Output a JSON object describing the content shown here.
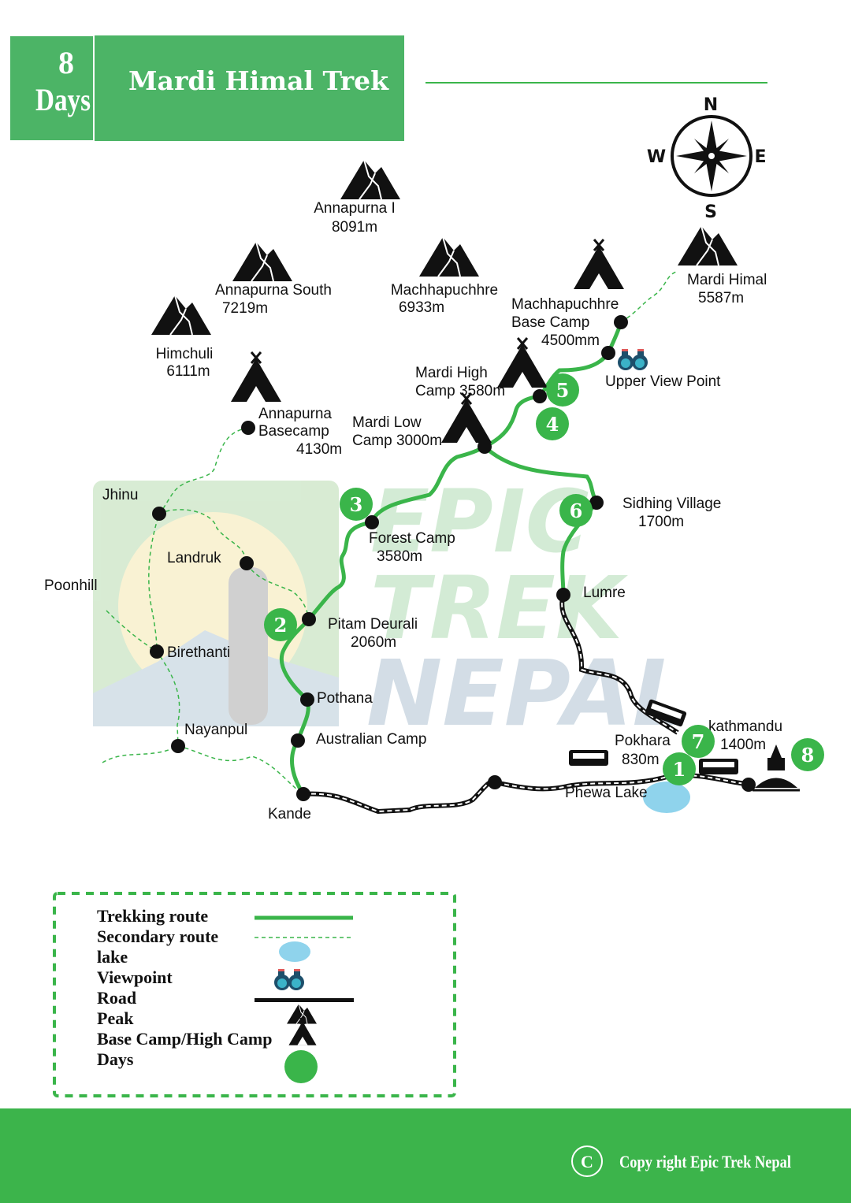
{
  "header": {
    "days_number": "8",
    "days_label": "Days",
    "title": "Mardi Himal Trek"
  },
  "watermark": {
    "line1": "EPIC",
    "line2": "TREK",
    "line3": "NEPAL"
  },
  "compass": {
    "n": "N",
    "e": "E",
    "s": "S",
    "w": "W"
  },
  "peaks": [
    {
      "name": "Annapurna I",
      "alt": "8091m"
    },
    {
      "name": "Annapurna South",
      "alt": "7219m"
    },
    {
      "name": "Himchuli",
      "alt": "6111m"
    },
    {
      "name": "Machhapuchhre",
      "alt": "6933m"
    },
    {
      "name": "Mardi Himal",
      "alt": "5587m"
    }
  ],
  "camps": {
    "mbc": [
      "Machhapuchhre",
      "Base Camp",
      "4500mm"
    ],
    "abc": [
      "Annapurna",
      "Basecamp",
      "4130m"
    ],
    "high": [
      "Mardi High",
      "Camp 3580m"
    ],
    "low": [
      "Mardi Low",
      "Camp 3000m"
    ]
  },
  "places": {
    "viewpoint": "Upper View Point",
    "sidhing": [
      "Sidhing Village",
      "1700m"
    ],
    "forest": [
      "Forest Camp",
      "3580m"
    ],
    "jhinu": "Jhinu",
    "landruk": "Landruk",
    "poonhill": "Poonhill",
    "lumre": "Lumre",
    "pitam": [
      "Pitam Deurali",
      "2060m"
    ],
    "birethanti": "Birethanti",
    "pothana": "Pothana",
    "nayanpul": "Nayanpul",
    "australian": "Australian Camp",
    "kande": "Kande",
    "pokhara": [
      "Pokhara",
      "830m"
    ],
    "kathmandu": [
      "kathmandu",
      "1400m"
    ],
    "phewa": "Phewa Lake"
  },
  "days": [
    "1",
    "2",
    "3",
    "4",
    "5",
    "6",
    "7",
    "8"
  ],
  "legend": [
    "Trekking route",
    "Secondary route",
    "lake",
    "Viewpoint",
    "Road",
    "Peak",
    "Base Camp/High Camp",
    "Days"
  ],
  "footer": {
    "copyright_symbol": "C",
    "text": "Copy right Epic Trek Nepal"
  },
  "colors": {
    "green": "#4cb466",
    "route": "#3ab54a",
    "footer": "#3cb44b"
  }
}
